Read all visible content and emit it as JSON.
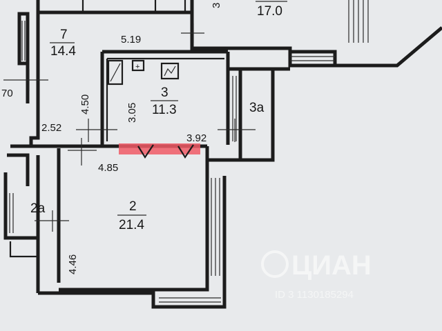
{
  "rooms": [
    {
      "id": "7",
      "area": "14.4"
    },
    {
      "id": "3",
      "area": "11.3"
    },
    {
      "id": "2",
      "area": "21.4"
    },
    {
      "id": "3a"
    },
    {
      "id": "2a"
    },
    {
      "area": "17.0"
    }
  ],
  "dimensions": {
    "d_70": "70",
    "d_5_19": "5.19",
    "d_4_50": "4.50",
    "d_3_05": "3.05",
    "d_2_52": "2.52",
    "d_3_92": "3.92",
    "d_4_85": "4.85",
    "d_4_46": "4.46",
    "d_3": "3"
  },
  "watermark": {
    "brand": "ЦИАН",
    "code": "ID 3 1130185294"
  },
  "colors": {
    "paper": "#e8eaec",
    "wall": "#1c1c1c",
    "highlight": "#f05a66"
  }
}
